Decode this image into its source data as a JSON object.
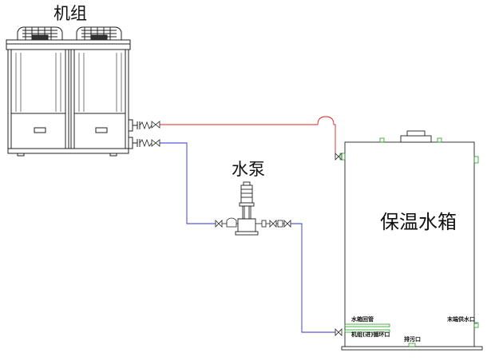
{
  "labels": {
    "unit_title": "机组",
    "pump_title": "水泵",
    "tank_title": "保温水箱",
    "tank_return": "水箱回管",
    "end_supply": "末端供水口",
    "unit_circulation": "机组(进)循环口",
    "drain": "排污口"
  },
  "colors": {
    "supply_pipe": "#e02020",
    "return_pipe": "#3030d0",
    "equipment": "#222222",
    "fitting": "#20a020"
  },
  "icons": {
    "heat_pump_unit": "heat-pump-unit-icon",
    "pump": "vertical-pump-icon",
    "valve": "gate-valve-icon",
    "tank": "insulated-tank-icon"
  }
}
